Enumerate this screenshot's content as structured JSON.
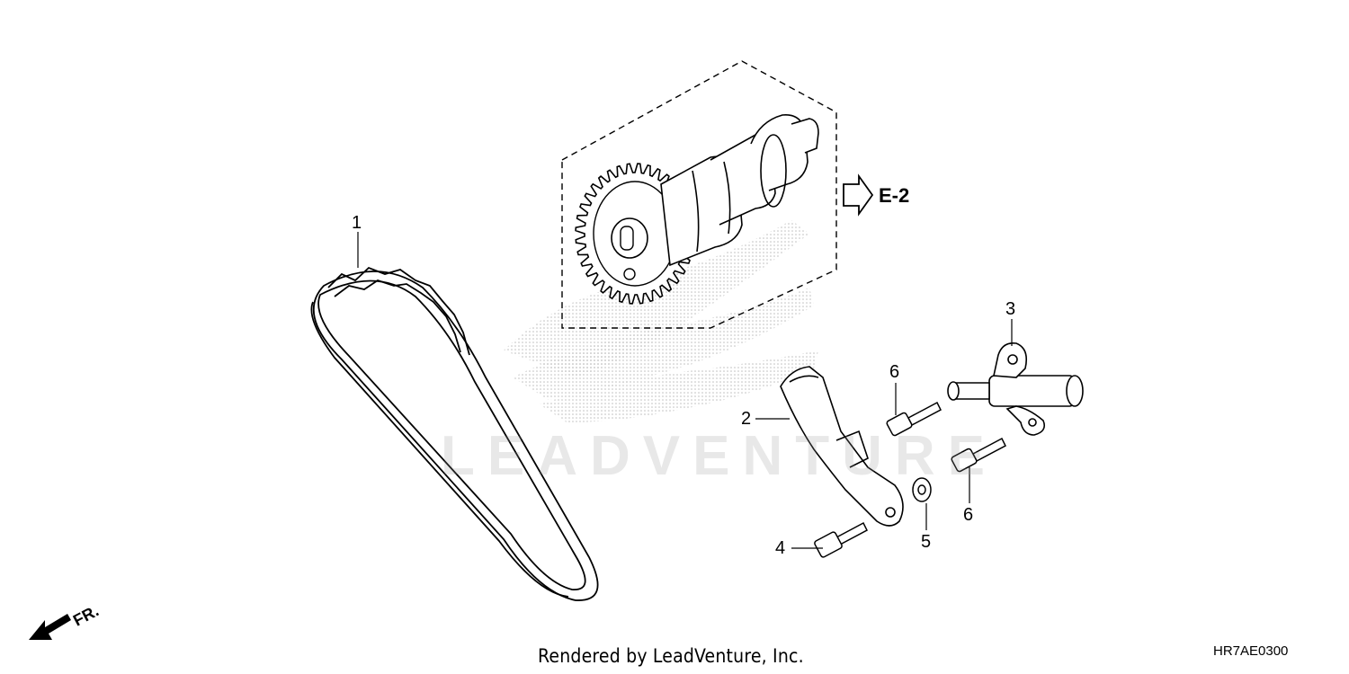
{
  "diagram": {
    "reference": {
      "label": "E-2"
    },
    "direction": {
      "label": "FR."
    },
    "watermark": {
      "text": "LEADVENTURE"
    },
    "callouts": [
      {
        "number": "1",
        "part": "cam-chain"
      },
      {
        "number": "2",
        "part": "tensioner-arm"
      },
      {
        "number": "3",
        "part": "tensioner-lifter"
      },
      {
        "number": "4",
        "part": "flange-bolt"
      },
      {
        "number": "5",
        "part": "washer"
      },
      {
        "number": "6",
        "part": "flange-bolt"
      },
      {
        "number": "6",
        "part": "flange-bolt"
      }
    ]
  },
  "footer": {
    "credit": "Rendered by LeadVenture, Inc.",
    "code": "HR7AE0300"
  },
  "colors": {
    "line": "#000000",
    "watermark": "#9a9a9a",
    "background": "#ffffff"
  }
}
